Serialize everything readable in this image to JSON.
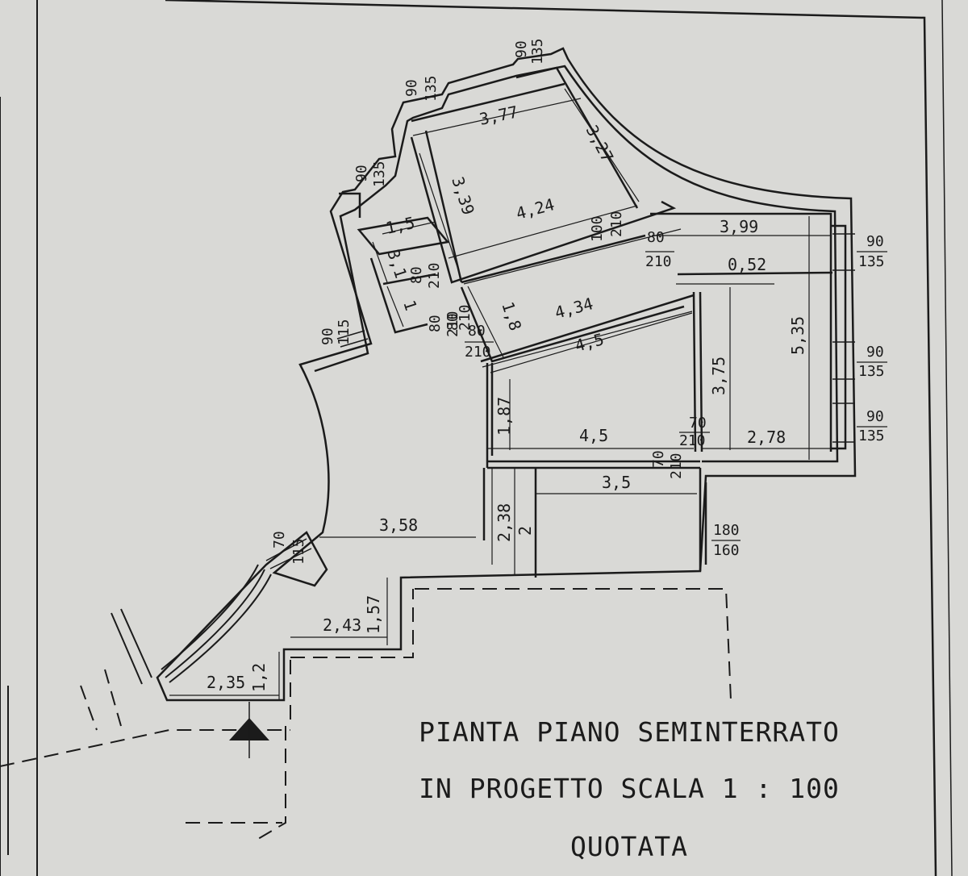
{
  "plan": {
    "title_lines": [
      "PIANTA PIANO SEMINTERRATO",
      "IN PROGETTO SCALA 1 : 100",
      "QUOTATA"
    ],
    "dimensions": [
      "3,77",
      "3,27",
      "3,39",
      "4,24",
      "1,5",
      "3,1",
      "1",
      "1,8",
      "4,34",
      "4,5",
      "3,99",
      "0,52",
      "5,35",
      "3,75",
      "1,87",
      "4,5",
      "2,78",
      "3,5",
      "2,38",
      "2",
      "3,58",
      "1,57",
      "2,43",
      "2,35",
      "1,2"
    ],
    "openings": [
      {
        "width": "90",
        "height": "135"
      },
      {
        "width": "90",
        "height": "135"
      },
      {
        "width": "90",
        "height": "135"
      },
      {
        "width": "90",
        "height": "135"
      },
      {
        "width": "90",
        "height": "135"
      },
      {
        "width": "90",
        "height": "135"
      },
      {
        "width": "90",
        "height": "115"
      },
      {
        "width": "70",
        "height": "115"
      },
      {
        "width": "100",
        "height": "210"
      },
      {
        "width": "80",
        "height": "210"
      },
      {
        "width": "80",
        "height": "210"
      },
      {
        "width": "80",
        "height": "210"
      },
      {
        "width": "80",
        "height": "210"
      },
      {
        "width": "80",
        "height": "210"
      },
      {
        "width": "70",
        "height": "210"
      },
      {
        "width": "70",
        "height": "210"
      },
      {
        "width": "180",
        "height": "160"
      }
    ]
  },
  "colors": {
    "paper": "#d9d9d6",
    "ink": "#1b1b1b"
  }
}
